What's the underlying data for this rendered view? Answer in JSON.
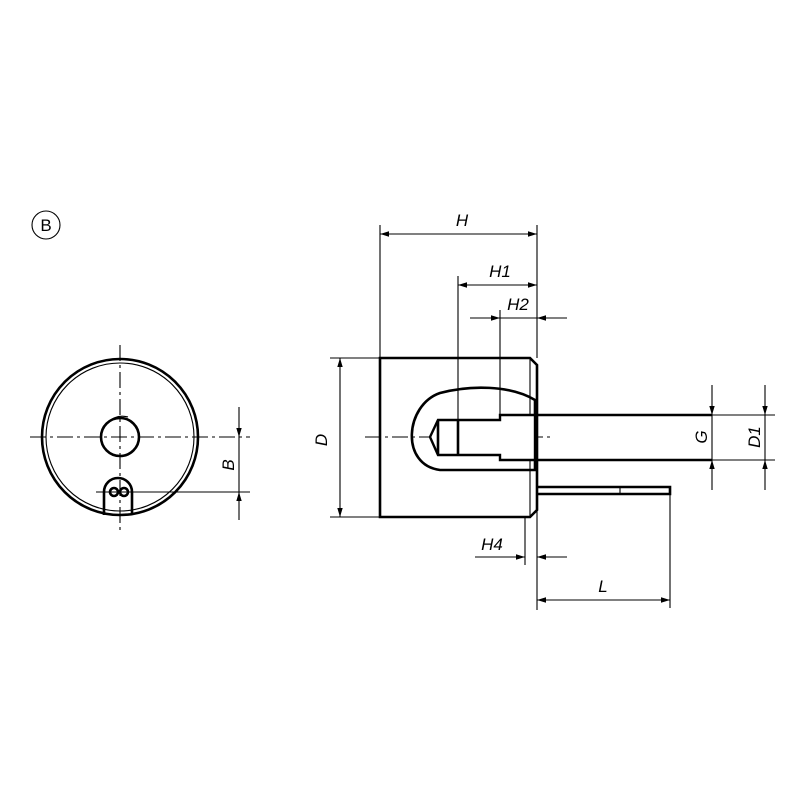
{
  "view_marker": "B",
  "labels": {
    "B": "B",
    "H": "H",
    "H1": "H1",
    "H2": "H2",
    "H4": "H4",
    "D": "D",
    "G": "G",
    "D1": "D1",
    "L": "L"
  },
  "colors": {
    "line": "#000000",
    "background": "#ffffff"
  }
}
